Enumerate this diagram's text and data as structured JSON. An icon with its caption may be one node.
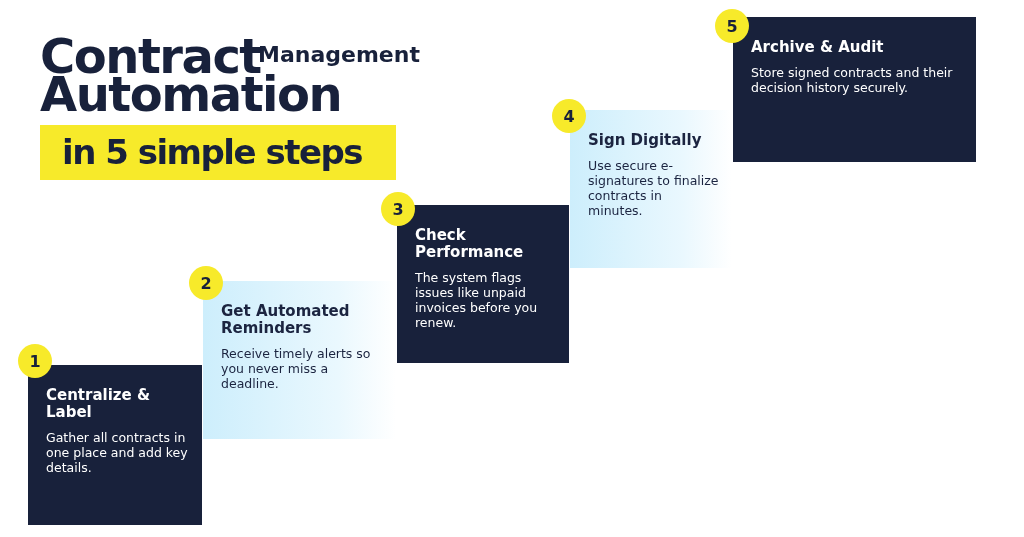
{
  "diagram": {
    "nodes": [
      {
        "text": [
          "1"
        ]
      },
      {
        "text": [
          "Centralize & Label",
          "Gather all contracts in one place and add key details."
        ]
      },
      {
        "text": [
          "2"
        ]
      },
      {
        "text": [
          "Get Automated Reminders",
          "Receive timely alerts so you never miss a deadline."
        ]
      },
      {
        "text": [
          "3"
        ]
      },
      {
        "text": [
          "Check Performance",
          "The system flags issues like unpaid invoices before you renew."
        ]
      },
      {
        "text": [
          "4"
        ]
      },
      {
        "text": [
          "Sign Digitally",
          "Use secure e-signatures to finalize contracts in minutes."
        ]
      },
      {
        "text": [
          "5"
        ]
      },
      {
        "text": [
          "Archive & Audit",
          "Store signed contracts and their decision history securely."
        ]
      }
    ],
    "labels": [
      "Contract",
      "Management",
      "Automation",
      "in 5 simple steps"
    ]
  }
}
